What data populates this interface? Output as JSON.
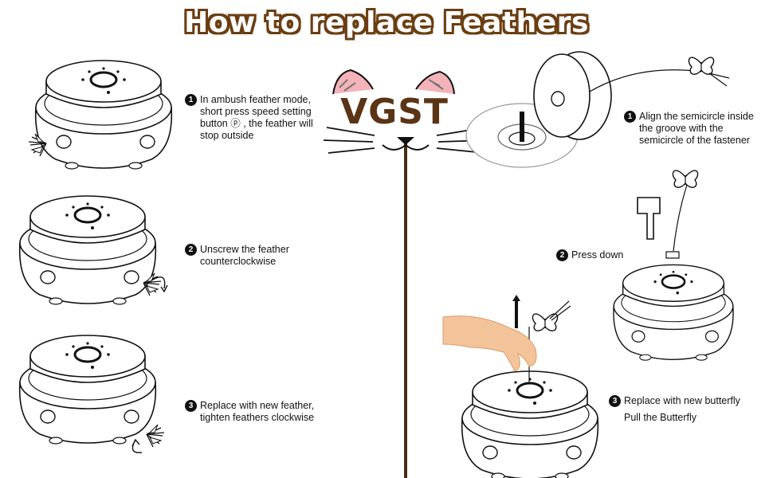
{
  "title": "How to replace Feathers",
  "brand": "VGST",
  "colors": {
    "title_outline": "#6b3e12",
    "brand": "#5a3414",
    "divider": "#4a2a10",
    "ear_inner": "#f4b3b8"
  },
  "left_steps": [
    {
      "number": "1",
      "lines": [
        "In ambush feather mode,",
        "short press speed setting",
        "button ⓟ , the feather will",
        "stop outside"
      ]
    },
    {
      "number": "2",
      "lines": [
        "Unscrew the feather",
        "counterclockwise"
      ]
    },
    {
      "number": "3",
      "lines": [
        "Replace with new feather,",
        "tighten feathers clockwise"
      ]
    }
  ],
  "right_steps": [
    {
      "number": "1",
      "lines": [
        "Align the semicircle inside",
        "the groove with the",
        "semicircle of the fastener"
      ]
    },
    {
      "number": "2",
      "lines": [
        "Press down"
      ]
    },
    {
      "number": "3",
      "lines": [
        "Replace with new butterfly",
        "Pull the Butterfly"
      ]
    }
  ],
  "icons": [
    "cat-face-icon",
    "pointing-hand-icon",
    "up-arrow-icon",
    "feather-icon",
    "butterfly-icon",
    "rotate-arrow-icon"
  ]
}
